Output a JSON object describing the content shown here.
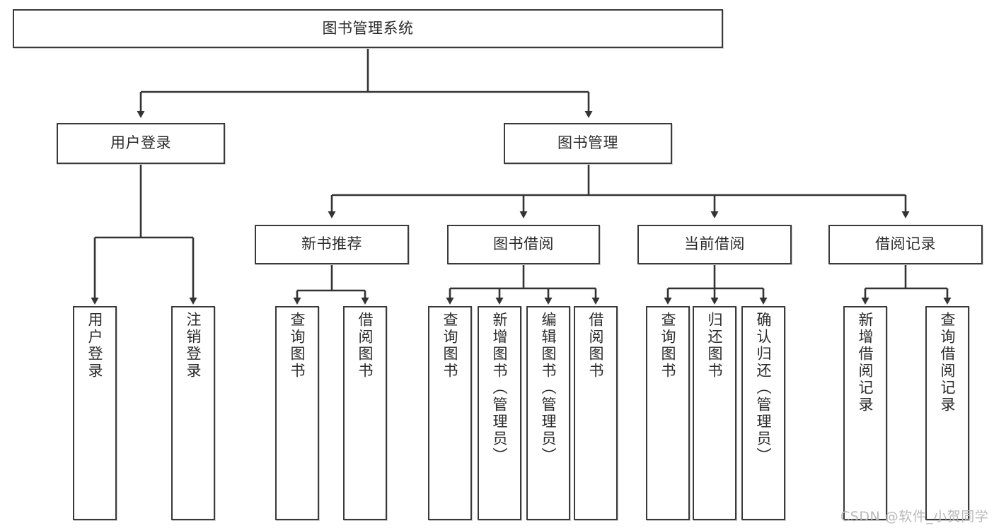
{
  "diagram": {
    "title": "图书管理系统",
    "type": "hierarchy-tree",
    "levels": 4,
    "colors": {
      "box_border": "#3a3a3a",
      "box_fill": "#ffffff",
      "connector": "#333333",
      "text": "#2b2b2b",
      "watermark": "#b9b9b9"
    },
    "nodes": {
      "root": {
        "label": "图书管理系统"
      },
      "level2": [
        {
          "id": "user-login",
          "label": "用户登录"
        },
        {
          "id": "book-manage",
          "label": "图书管理"
        }
      ],
      "level3": [
        {
          "id": "new-book-recommend",
          "label": "新书推荐"
        },
        {
          "id": "book-borrow",
          "label": "图书借阅"
        },
        {
          "id": "current-borrow",
          "label": "当前借阅"
        },
        {
          "id": "borrow-record",
          "label": "借阅记录"
        }
      ],
      "leaves": {
        "user-login": [
          {
            "id": "leaf-user-login",
            "label": "用户登录"
          },
          {
            "id": "leaf-logout-login",
            "label": "注销登录"
          }
        ],
        "new-book-recommend": [
          {
            "id": "leaf-query-book-1",
            "label": "查询图书"
          },
          {
            "id": "leaf-borrow-book-1",
            "label": "借阅图书"
          }
        ],
        "book-borrow": [
          {
            "id": "leaf-query-book-2",
            "label": "查询图书"
          },
          {
            "id": "leaf-add-book",
            "label": "新增图书（管理员）"
          },
          {
            "id": "leaf-edit-book",
            "label": "编辑图书（管理员）"
          },
          {
            "id": "leaf-borrow-book-2",
            "label": "借阅图书"
          }
        ],
        "current-borrow": [
          {
            "id": "leaf-query-book-3",
            "label": "查询图书"
          },
          {
            "id": "leaf-return-book",
            "label": "归还图书"
          },
          {
            "id": "leaf-confirm-return",
            "label": "确认归还（管理员）"
          }
        ],
        "borrow-record": [
          {
            "id": "leaf-add-record",
            "label": "新增借阅记录"
          },
          {
            "id": "leaf-query-record",
            "label": "查询借阅记录"
          }
        ]
      }
    },
    "watermark": "CSDN @软件_小贺同学"
  }
}
